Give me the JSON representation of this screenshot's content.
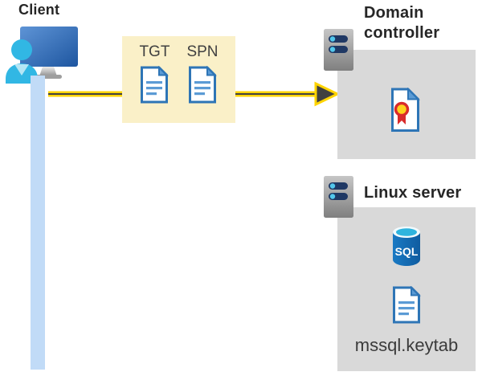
{
  "client": {
    "label": "Client"
  },
  "ticket_box": {
    "items": [
      {
        "label": "TGT"
      },
      {
        "label": "SPN"
      }
    ]
  },
  "domain_controller": {
    "label": "Domain controller"
  },
  "linux_server": {
    "label": "Linux server",
    "sql_label": "SQL",
    "file_label": "mssql.keytab"
  },
  "colors": {
    "arrow_yellow": "#FFD400",
    "arrow_core_gray": "#404040",
    "ticket_box_bg": "#FAF0C8",
    "server_box_bg": "#D9D9D9",
    "lifeline_blue": "#C1DBF7",
    "document_border_blue": "#2E75B6",
    "document_line_blue": "#5B9BD5",
    "person_cyan": "#31B7E4",
    "monitor_blue": "#2A66B0",
    "server_pill_navy": "#1F3864",
    "server_dot_cyan": "#52C7EC",
    "sql_body_blue": "#1269B4",
    "sql_top_cyan": "#2FB4DE",
    "certificate_red": "#D92B2B",
    "certificate_yellow": "#FFD21E",
    "title_color": "#262626"
  }
}
